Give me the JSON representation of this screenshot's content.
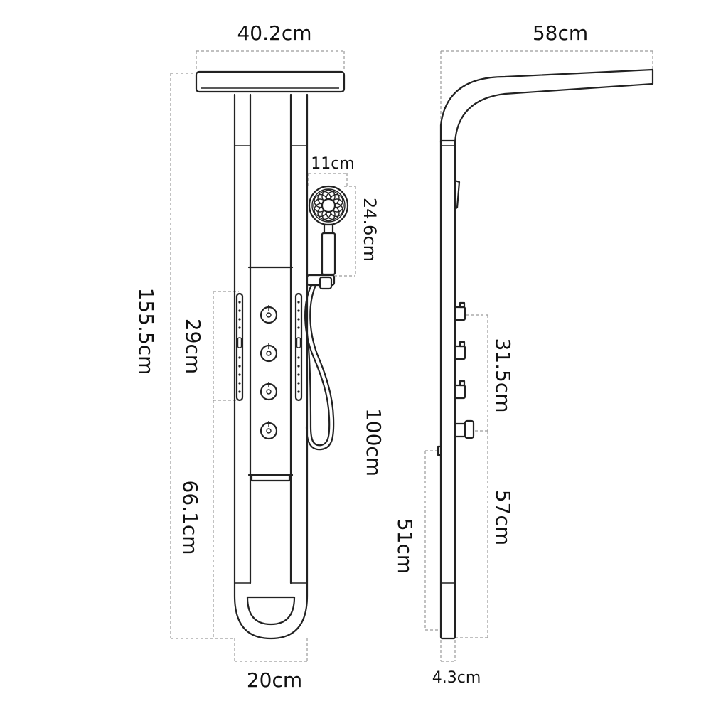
{
  "front_view": {
    "width_label": "40.2cm",
    "height_label": "155.5cm",
    "handshower_width_label": "11cm",
    "handshower_height_label": "24.6cm",
    "jets_height_label": "29cm",
    "jets_to_floor_label": "66.1cm",
    "hose_length_label": "100cm",
    "panel_width_label": "20cm"
  },
  "side_view": {
    "arm_reach_label": "58cm",
    "controls_span_label": "31.5cm",
    "controls_to_bottom_label": "57cm",
    "bottom_section_label": "51cm",
    "depth_label": "4.3cm"
  }
}
